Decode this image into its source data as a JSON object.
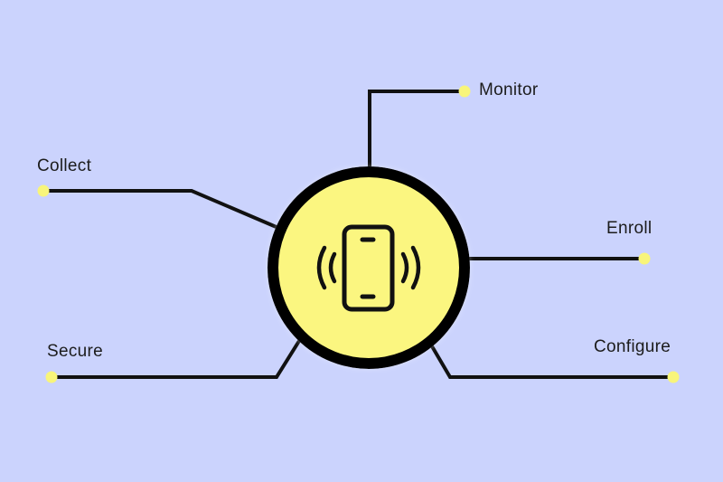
{
  "colors": {
    "background": "#cbd3fd",
    "hub_fill": "#fbf680",
    "hub_ring": "#000000",
    "endpoint_dot": "#f8f57a",
    "line": "#111111"
  },
  "hub": {
    "icon": "vibrating-phone-icon"
  },
  "labels": {
    "monitor": "Monitor",
    "collect": "Collect",
    "enroll": "Enroll",
    "secure": "Secure",
    "configure": "Configure"
  }
}
